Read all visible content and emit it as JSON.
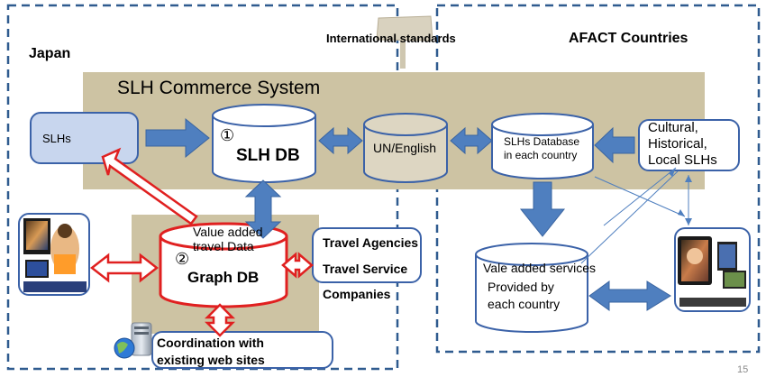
{
  "regions": {
    "japan": "Japan",
    "international": "International standards",
    "afact": "AFACT Countries"
  },
  "system_title": "SLH Commerce System",
  "boxes": {
    "slhs": "SLHs",
    "slh_db_num": "①",
    "slh_db": "SLH DB",
    "un_english": "UN/English",
    "slhs_database_1": "SLHs Database",
    "slhs_database_2": "in each country",
    "cultural_1": "Cultural,",
    "cultural_2": "Historical,",
    "cultural_3": "Local SLHs",
    "graph_value_1": "Value added",
    "graph_value_2": "travel Data",
    "graph_num": "②",
    "graph_db": "Graph DB",
    "travel_agencies": "Travel Agencies",
    "travel_service": "Travel Service",
    "companies": "Companies",
    "vale_added": "Vale added services",
    "provided_1": "Provided by",
    "provided_2": "each country",
    "coordination_1": "Coordination with",
    "coordination_2": "existing web sites"
  },
  "page_number": "15",
  "colors": {
    "band": "#cdc3a3",
    "blue_arrow": "#4f7fbf",
    "red_outline": "#e02020",
    "border_dash": "#2f5b8f"
  }
}
